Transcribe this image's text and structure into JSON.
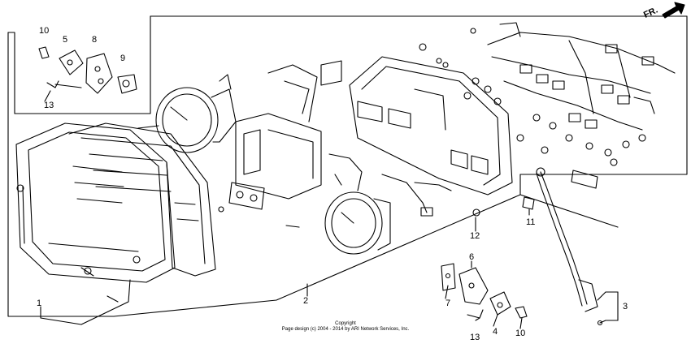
{
  "direction_marker": "FR.",
  "callouts": {
    "c1": "1",
    "c2": "2",
    "c3": "3",
    "c4": "4",
    "c5": "5",
    "c6": "6",
    "c7": "7",
    "c8": "8",
    "c9": "9",
    "c10a": "10",
    "c10b": "10",
    "c11": "11",
    "c12": "12",
    "c13a": "13",
    "c13b": "13"
  },
  "copyright": {
    "line1": "Copyright",
    "line2": "Page design (c) 2004 - 2014 by ARI Network Services, Inc."
  }
}
